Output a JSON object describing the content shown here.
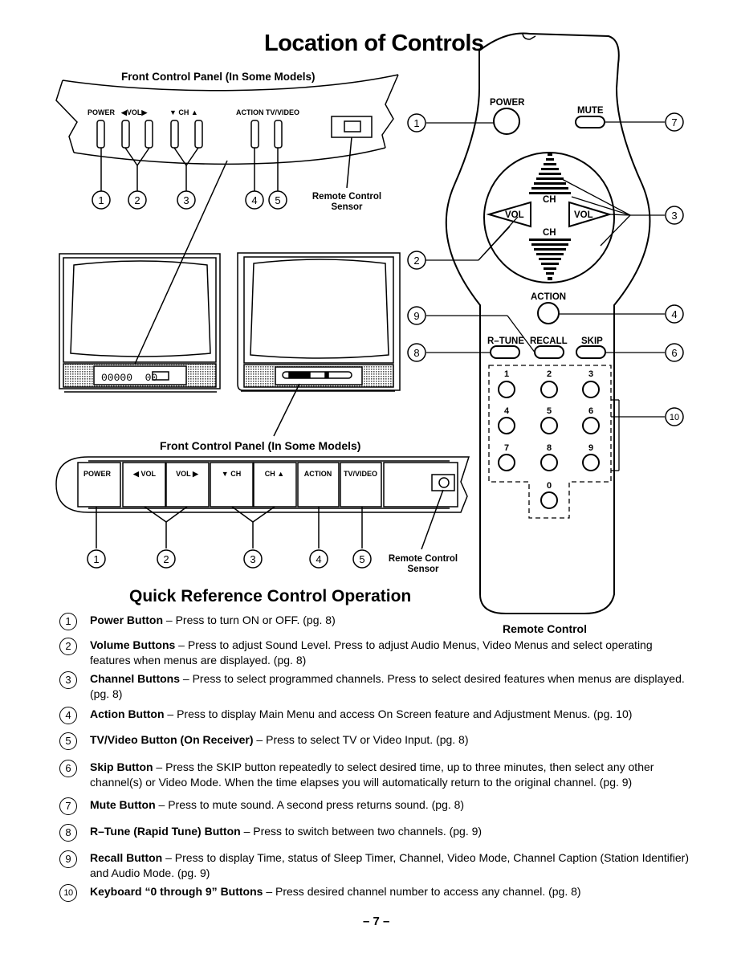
{
  "page": {
    "title": "Location of Controls",
    "page_number": "– 7 –"
  },
  "front_panel_a": {
    "title": "Front Control Panel (In Some Models)",
    "labels": {
      "power": "POWER",
      "vol": "◀VOL▶",
      "ch": "▼ CH ▲",
      "action_tv": "ACTION TV/VIDEO"
    },
    "sensor_label_1": "Remote Control",
    "sensor_label_2": "Sensor",
    "callouts": [
      "1",
      "2",
      "3",
      "4",
      "5"
    ]
  },
  "front_panel_b": {
    "title": "Front Control Panel (In Some Models)",
    "buttons": [
      "POWER",
      "◀ VOL",
      "VOL ▶",
      "▼ CH",
      "CH ▲",
      "ACTION",
      "TV/VIDEO"
    ],
    "sensor_label_1": "Remote Control",
    "sensor_label_2": "Sensor",
    "callouts": [
      "1",
      "2",
      "3",
      "4",
      "5"
    ]
  },
  "tv_panels": {
    "left_digits": "00000  00"
  },
  "remote": {
    "caption": "Remote Control",
    "power": "POWER",
    "mute": "MUTE",
    "ch_up": "CH",
    "ch_down": "CH",
    "vol_left": "VOL",
    "vol_right": "VOL",
    "action": "ACTION",
    "rtune": "R–TUNE",
    "recall": "RECALL",
    "skip": "SKIP",
    "keys": [
      "1",
      "2",
      "3",
      "4",
      "5",
      "6",
      "7",
      "8",
      "9",
      "0"
    ],
    "callouts": [
      "1",
      "7",
      "3",
      "2",
      "4",
      "9",
      "8",
      "6",
      "10"
    ]
  },
  "quick_reference": {
    "title": "Quick Reference Control Operation",
    "items": [
      {
        "num": "1",
        "name": "Power Button",
        "desc": " – Press to turn ON or OFF. (pg. 8)"
      },
      {
        "num": "2",
        "name": "Volume Buttons",
        "desc": " – Press to adjust Sound Level. Press to adjust Audio Menus, Video Menus and select operating features when menus are displayed. (pg. 8)"
      },
      {
        "num": "3",
        "name": "Channel Buttons",
        "desc": " – Press to select programmed channels. Press to select desired features when menus are displayed. (pg. 8)"
      },
      {
        "num": "4",
        "name": "Action Button",
        "desc": " – Press to display Main Menu and access On Screen feature and Adjustment Menus. (pg. 10)"
      },
      {
        "num": "5",
        "name": "TV/Video Button (On Receiver)",
        "desc": " – Press to select TV or Video Input. (pg. 8)"
      },
      {
        "num": "6",
        "name": "Skip Button",
        "desc": " – Press the SKIP button repeatedly to select desired time, up to three minutes, then select any other channel(s) or Video Mode. When the time elapses you will automatically return to the original channel. (pg. 9)"
      },
      {
        "num": "7",
        "name": "Mute Button",
        "desc": " – Press to mute sound. A second press returns sound. (pg. 8)"
      },
      {
        "num": "8",
        "name": "R–Tune (Rapid Tune) Button",
        "desc": " – Press to switch between two channels. (pg. 9)"
      },
      {
        "num": "9",
        "name": "Recall Button",
        "desc": " – Press to display Time, status of Sleep Timer, Channel, Video Mode, Channel Caption (Station Identifier) and Audio Mode. (pg. 9)"
      },
      {
        "num": "10",
        "name": "Keyboard “0 through 9” Buttons",
        "desc": " – Press desired channel number to access any channel. (pg. 8)"
      }
    ]
  }
}
